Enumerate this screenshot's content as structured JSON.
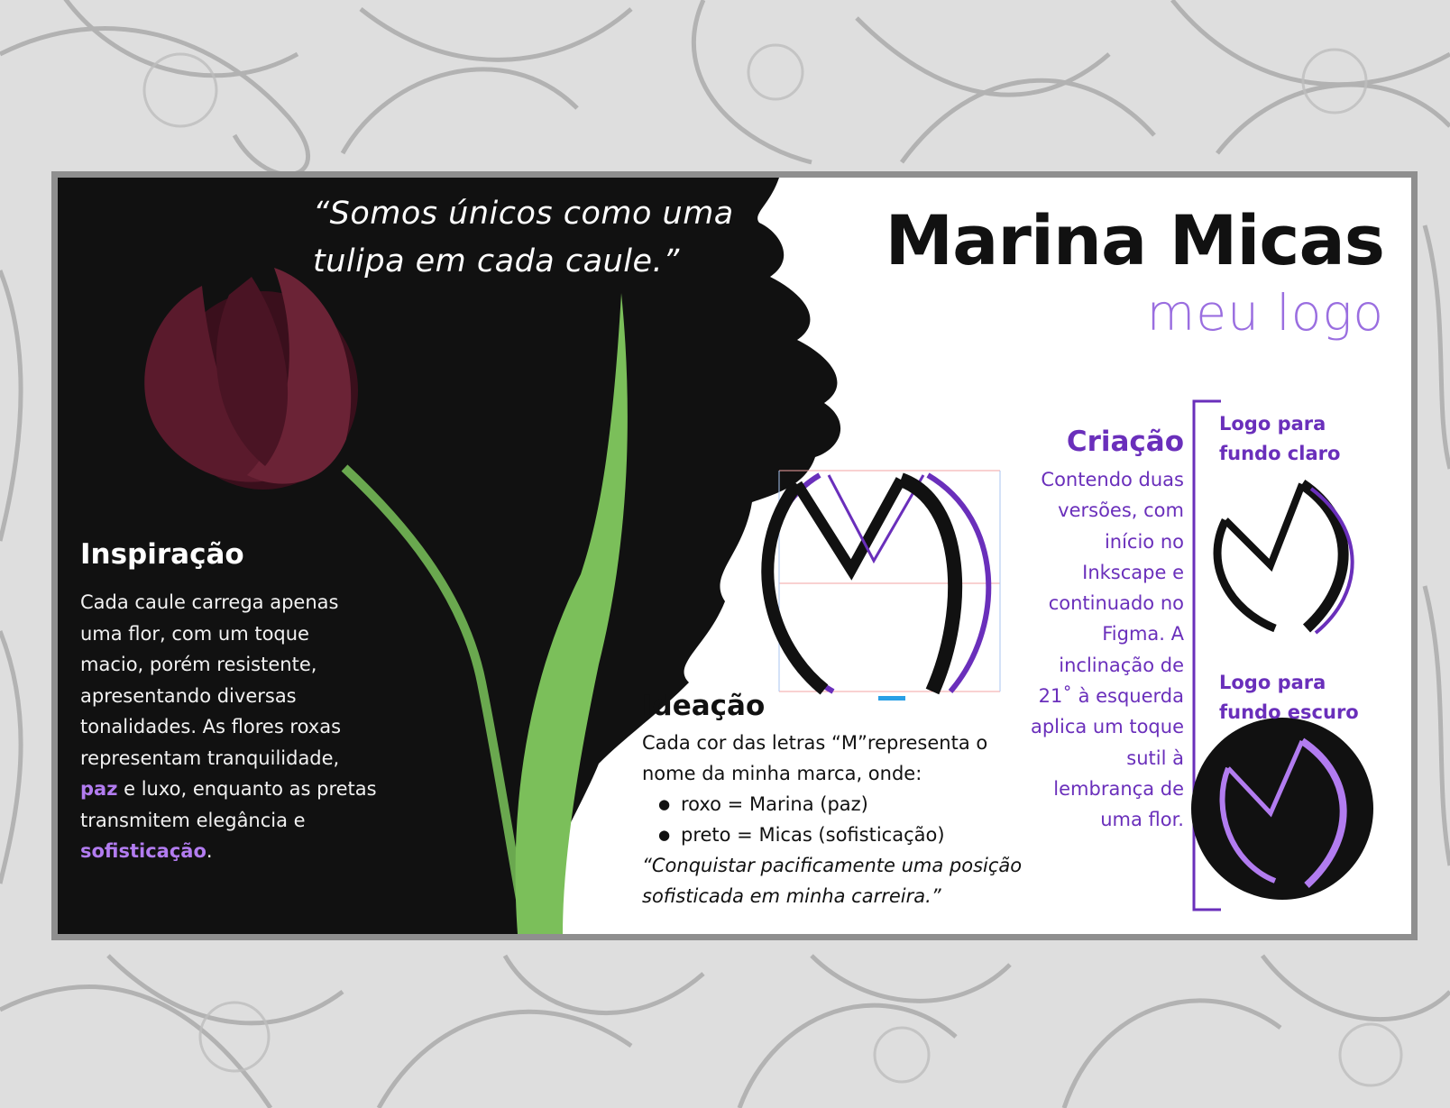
{
  "title": "Marina Micas",
  "subtitle": "meu logo",
  "quote": "“Somos únicos como uma tulipa em cada caule.”",
  "inspiracao": {
    "heading": "Inspiração",
    "text_1": "Cada caule carrega apenas uma flor, com um toque macio, porém resistente, apresentando diversas tonalidades. As flores roxas representam tranquilidade, ",
    "highlight_1": "paz",
    "text_2": " e luxo, enquanto as pretas transmitem elegância e ",
    "highlight_2": "sofisticação",
    "text_3": "."
  },
  "ideacao": {
    "heading": "Ideação",
    "intro": "Cada cor das letras “M”representa o nome da minha marca, onde:",
    "items": [
      "roxo = Marina (paz)",
      "preto = Micas (sofisticação)"
    ],
    "quote": "“Conquistar pacificamente uma posição sofisticada em minha carreira.”"
  },
  "criacao": {
    "heading": "Criação",
    "text": "Contendo duas versões, com início no Inkscape e continuado no Figma. A inclinação de 21˚ à esquerda aplica um toque sutil à lembrança de uma flor."
  },
  "logos": {
    "light_label": "Logo para fundo claro",
    "dark_label": "Logo para fundo escuro"
  },
  "colors": {
    "purple": "#6a2fbb",
    "light_purple": "#b27cf0",
    "black": "#111111",
    "tulip": "#5a1a2c",
    "stem": "#6aa84f"
  },
  "icons": [
    "tulip-image",
    "m-logo-sketch",
    "m-logo-light",
    "m-logo-dark"
  ]
}
